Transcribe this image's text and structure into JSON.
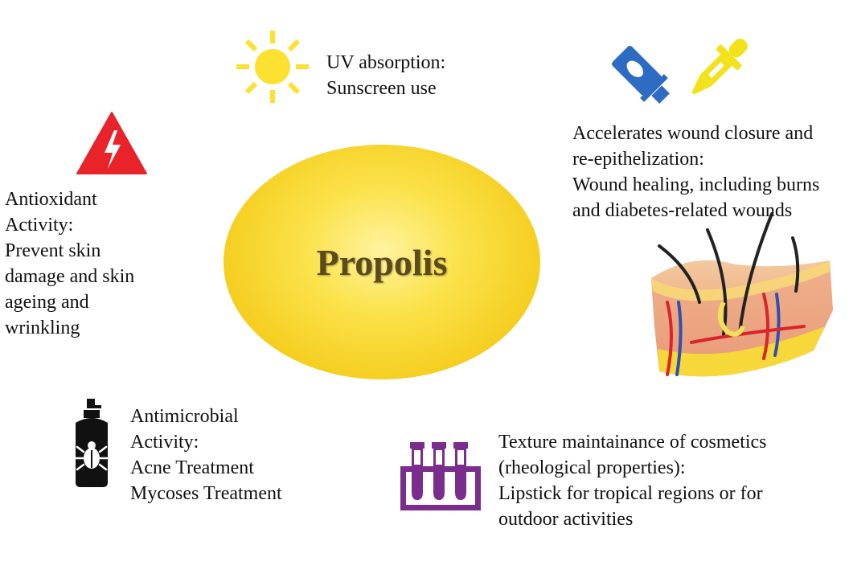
{
  "center": {
    "title": "Propolis"
  },
  "uv": {
    "lines": [
      "UV absorption:",
      "Sunscreen use"
    ],
    "icon": "sun-icon",
    "color": "#fde130"
  },
  "antioxidant": {
    "lines": [
      "Antioxidant",
      "Activity:",
      "Prevent skin",
      "damage and skin",
      "ageing and",
      "wrinkling"
    ],
    "icon": "warning-bolt-icon",
    "color": "#e8232a"
  },
  "wound": {
    "lines": [
      "Accelerates wound closure and",
      "re-epithelization:",
      "Wound healing, including burns",
      "and diabetes-related wounds"
    ],
    "icons": [
      "ointment-tube-icon",
      "dropper-icon",
      "skin-cross-section-icon"
    ]
  },
  "antimicrobial": {
    "lines": [
      "Antimicrobial",
      "Activity:",
      "Acne Treatment",
      "Mycoses Treatment"
    ],
    "icon": "bug-spray-icon"
  },
  "texture": {
    "lines": [
      "Texture maintainance of cosmetics",
      "(rheological properties):",
      "Lipstick for tropical regions or for",
      "outdoor activities"
    ],
    "icon": "test-tubes-icon",
    "color": "#7b2d8e"
  }
}
